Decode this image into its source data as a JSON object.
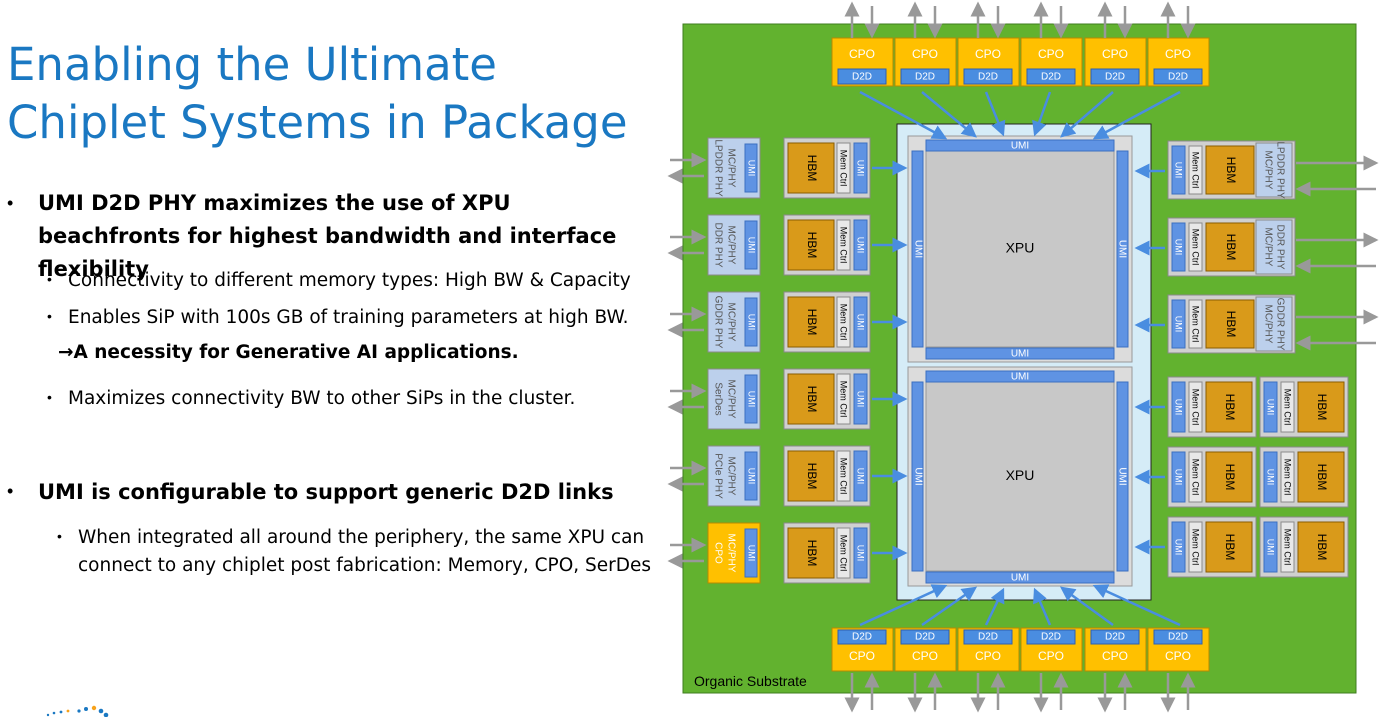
{
  "title": "Enabling the Ultimate Chiplet Systems in Package",
  "bullets": [
    {
      "text": "UMI D2D PHY maximizes the use of XPU beachfronts for highest bandwidth and interface flexibility",
      "subs": [
        "Connectivity to different memory types: High BW & Capacity",
        "Enables SiP with 100s GB of training parameters at high BW.",
        "Maximizes connectivity BW to other SiPs in the cluster."
      ],
      "callout": "→A necessity for Generative AI applications."
    },
    {
      "text": "UMI is configurable to support generic D2D links",
      "subs": [
        "When integrated all around the periphery, the same XPU can connect to any chiplet post fabrication: Memory, CPO, SerDes"
      ]
    }
  ],
  "diagram": {
    "substrate_label": "Organic Substrate",
    "xpu_label": "XPU",
    "umi": "UMI",
    "cpo": "CPO",
    "d2d": "D2D",
    "hbm": "HBM",
    "memctrl": "Mem Ctrl",
    "left_phys": [
      "LPDDR PHY MC/PHY",
      "DDR PHY MC/PHY",
      "GDDR PHY MC/PHY",
      "SerDes MC/PHY",
      "PCIe PHY MC/PHY",
      "CPO MC/PHY"
    ],
    "right_phys": [
      "LPDDR PHY MC/PHY",
      "DDR PHY MC/PHY",
      "GDDR PHY MC/PHY"
    ],
    "colors": {
      "substrate": "#62b22f",
      "cpo": "#ffc000",
      "d2d": "#4a8de0",
      "umi": "#5f93e3",
      "hbm": "#d99a1a",
      "xpu": "#c8c8c8",
      "phy": "#bcd0ec",
      "title": "#1a78c2"
    }
  }
}
